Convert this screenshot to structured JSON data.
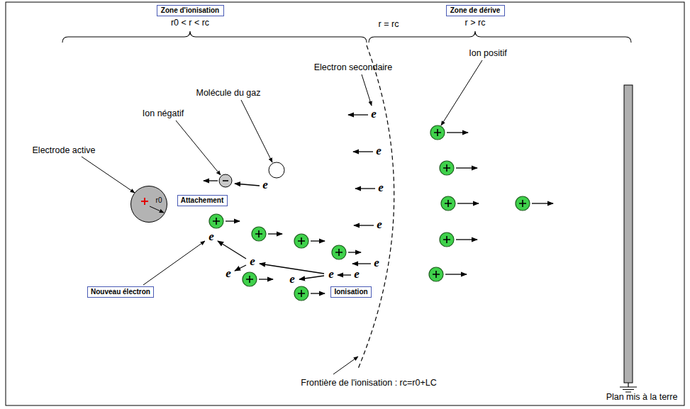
{
  "diagram": {
    "nodes": [
      {
        "text": [
          "Zone d'ionisation"
        ]
      },
      {
        "text": [
          "Zone de dérive"
        ]
      },
      {
        "text": [
          "Attachement"
        ]
      },
      {
        "text": [
          "r0"
        ]
      },
      {
        "text": [
          "Nouveau électron"
        ]
      },
      {
        "text": [
          "Ionisation"
        ]
      }
    ],
    "labels": [
      "r0 < r < rc",
      "r = rc",
      "r > rc",
      "Ion positif",
      "Electron secondaire",
      "Molécule du gaz",
      "Ion négatif",
      "e",
      "e",
      "e",
      "e",
      "e",
      "Electrode active",
      "e",
      "e",
      "e",
      "e",
      "e",
      "e",
      "e",
      "Frontière de l'ionisation : rc=r0+LC",
      "Plan mis à la terre"
    ]
  }
}
